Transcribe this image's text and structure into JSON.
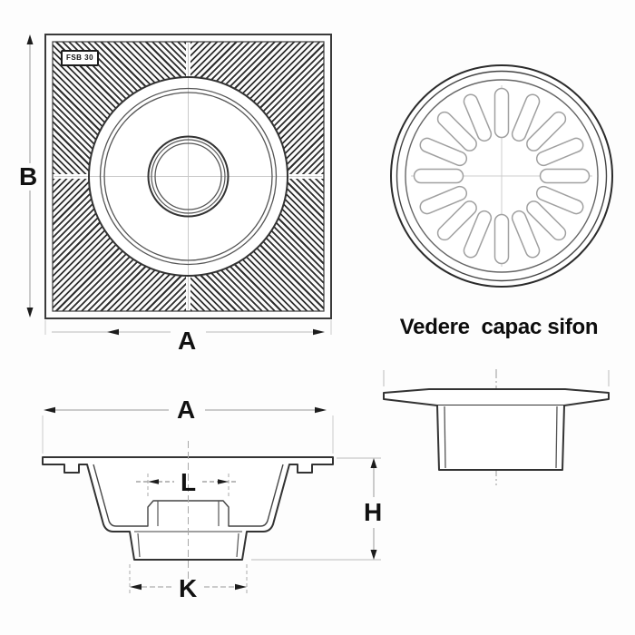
{
  "drawing": {
    "badge": "FSB 30",
    "caption": "Vedere  capac sifon",
    "labels": {
      "a": "A",
      "b": "B",
      "l": "L",
      "h": "H",
      "k": "K"
    }
  },
  "colors": {
    "ink": "#2e2e2e",
    "dim_line": "#999999",
    "faint_line": "#c9c9c9",
    "background": "#fdfdfd"
  }
}
